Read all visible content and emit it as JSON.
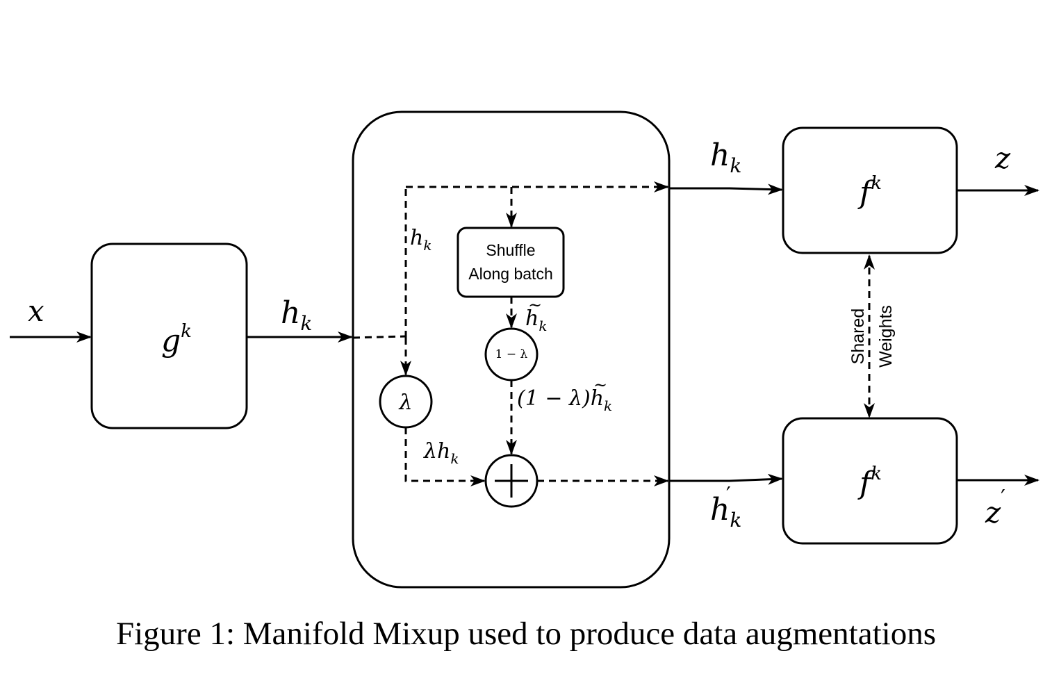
{
  "caption": "Figure 1: Manifold Mixup used to produce data augmentations",
  "nodes": {
    "encoder": {
      "base": "g",
      "sup": "k"
    },
    "projector_top": {
      "base": "f",
      "sup": "k"
    },
    "projector_bottom": {
      "base": "f",
      "sup": "k"
    },
    "shuffle": {
      "line1": "Shuffle",
      "line2": "Along batch"
    },
    "lambda_node": "λ",
    "one_minus_lambda_node": "1 − λ",
    "sum_node": "+"
  },
  "labels": {
    "input_x": "x",
    "h_k_encoder_out": {
      "base": "h",
      "sub": "k"
    },
    "h_k_branch": {
      "base": "h",
      "sub": "k"
    },
    "h_k_top_out": {
      "base": "h",
      "sub": "k"
    },
    "h_tilde_k": {
      "base": "h",
      "sub": "k",
      "accent": "~"
    },
    "lambda_h_k": {
      "prefix": "λ",
      "base": "h",
      "sub": "k"
    },
    "one_minus_lambda_h_tilde_k": {
      "prefix": "(1 − λ)",
      "base": "h",
      "sub": "k",
      "accent": "~"
    },
    "h_prime_k": {
      "base": "h",
      "sub": "k",
      "sup": "′"
    },
    "z": "z",
    "z_prime": {
      "base": "z",
      "sup": "′"
    },
    "shared_weights": {
      "line1": "Shared",
      "line2": "Weights"
    }
  }
}
